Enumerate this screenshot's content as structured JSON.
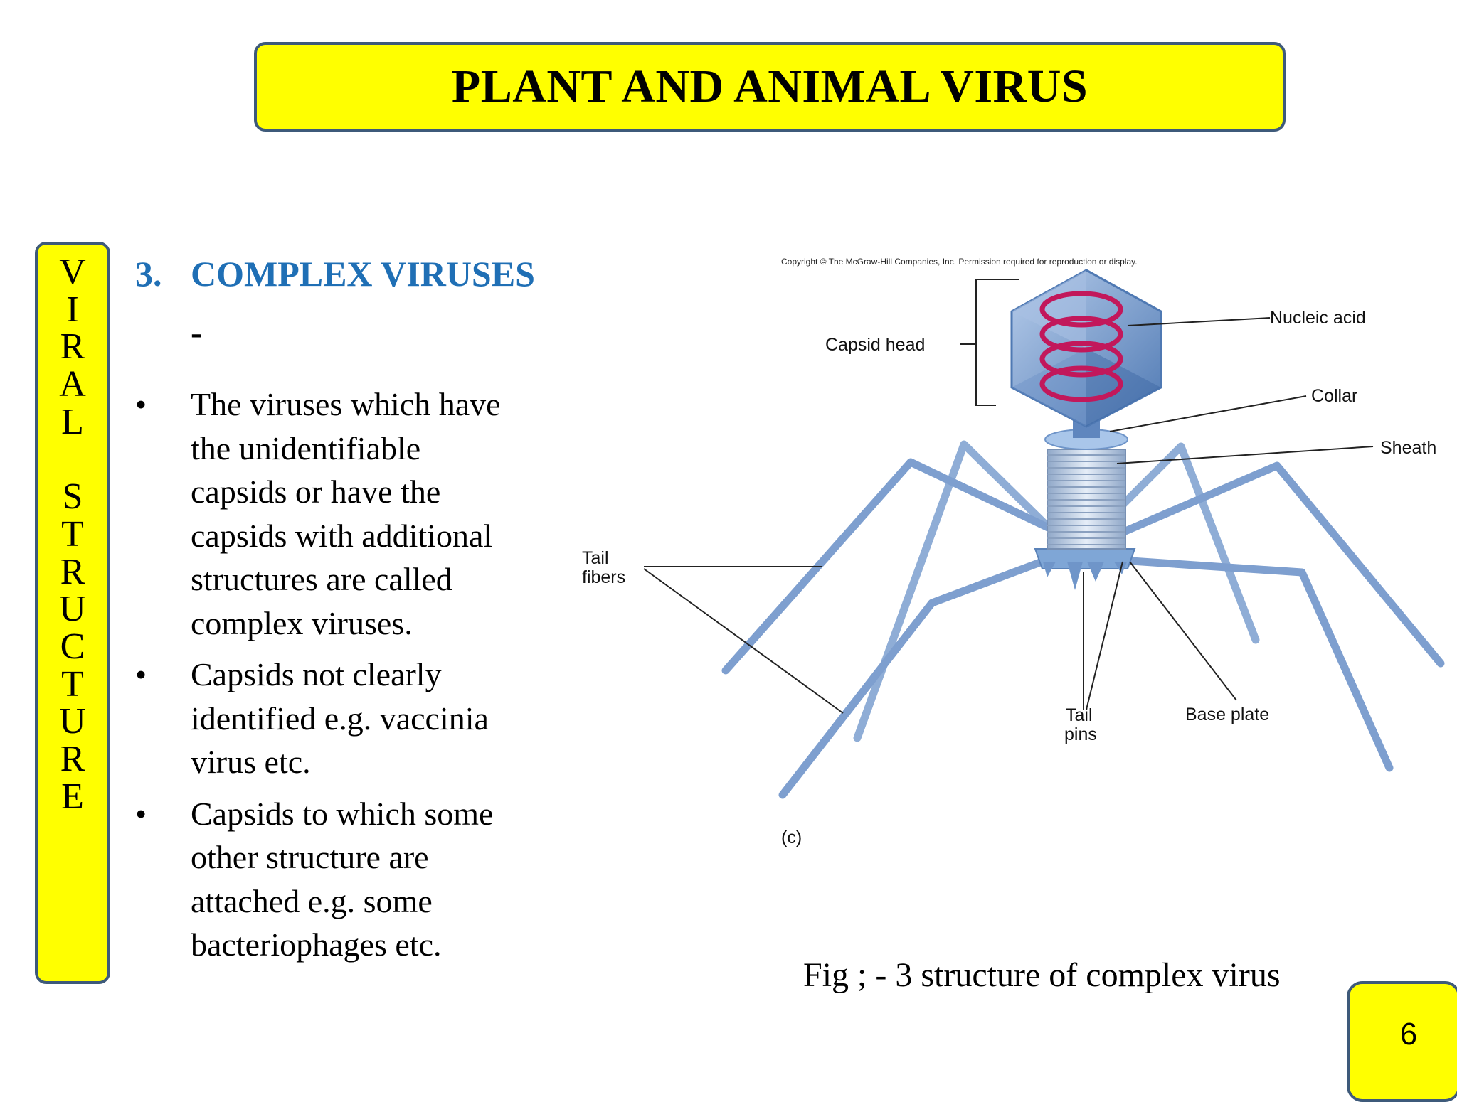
{
  "slide": {
    "title": "PLANT AND ANIMAL VIRUS",
    "side_label": "VIRAL STRUCTURE",
    "section_number": "3.",
    "section_heading": "COMPLEX VIRUSES",
    "section_dash": "-",
    "bullets": [
      [
        "The viruses which have",
        "the unidentifiable",
        "capsids or have the",
        "capsids with additional",
        "structures  are called",
        "complex  viruses."
      ],
      [
        "Capsids not clearly",
        "identified e.g.  vaccinia",
        "virus etc."
      ],
      [
        "Capsids to which some",
        "other structure are",
        "attached e.g.  some",
        "bacteriophages etc."
      ]
    ],
    "bullet_symbol": "•",
    "caption": "Fig ; - 3 structure of complex virus",
    "page_number": "6"
  },
  "figure": {
    "copyright": "Copyright © The McGraw-Hill Companies, Inc. Permission required for reproduction or display.",
    "labels": {
      "capsid_head": "Capsid head",
      "nucleic_acid": "Nucleic acid",
      "collar": "Collar",
      "sheath": "Sheath",
      "tail_fibers_1": "Tail",
      "tail_fibers_2": "fibers",
      "tail_pins_1": "Tail",
      "tail_pins_2": "pins",
      "base_plate": "Base plate",
      "panel": "(c)"
    },
    "colors": {
      "capsid": "#6f95c9",
      "fiber": "#7e9fcf",
      "nucleic_acid": "#c2185b",
      "highlight": "#ffff00",
      "heading_blue": "#1f6fb5",
      "border": "#3e5a7a"
    }
  }
}
